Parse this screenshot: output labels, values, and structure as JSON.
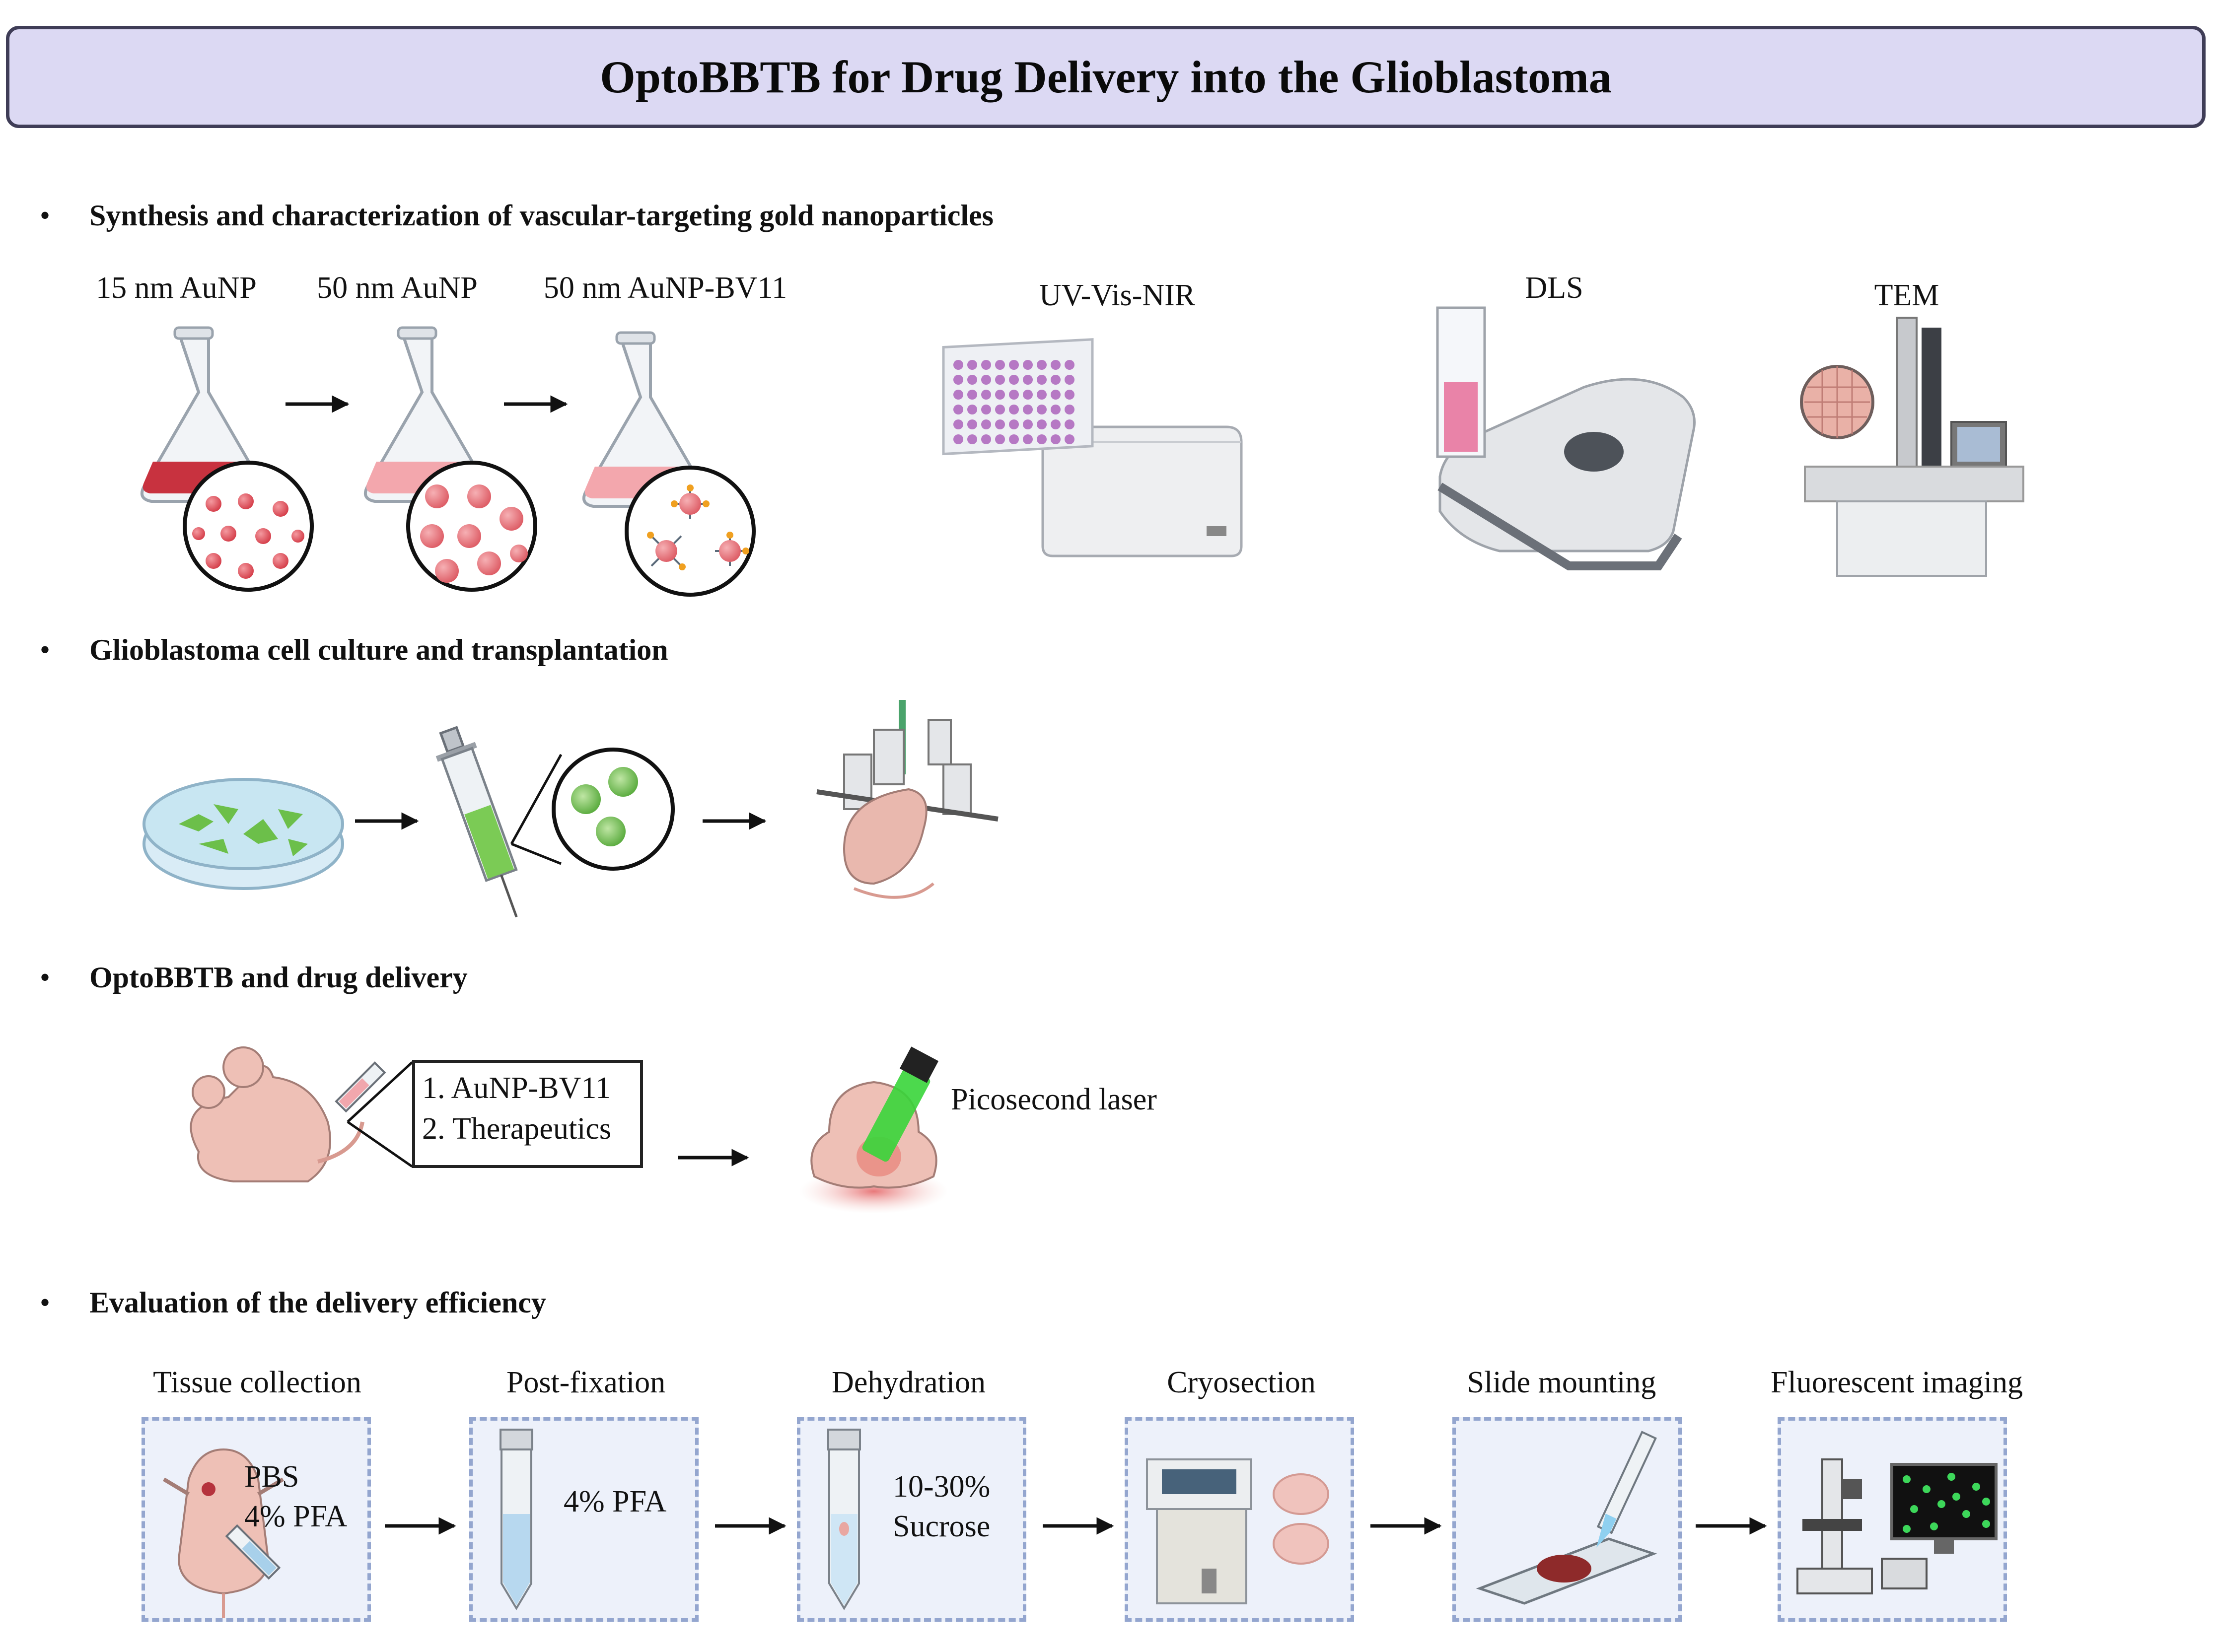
{
  "title": "OptoBBTB for Drug Delivery into the Glioblastoma",
  "bullet_glyph": "•",
  "sections": [
    {
      "heading": "Synthesis and characterization of vascular-targeting gold nanoparticles"
    },
    {
      "heading": "Glioblastoma cell culture and transplantation"
    },
    {
      "heading": "OptoBBTB and drug delivery"
    },
    {
      "heading": "Evaluation of the delivery efficiency"
    }
  ],
  "synthesis": {
    "flasks": [
      "15 nm AuNP",
      "50 nm AuNP",
      "50 nm AuNP-BV11"
    ],
    "instruments": [
      "UV-Vis-NIR",
      "DLS",
      "TEM"
    ]
  },
  "delivery": {
    "injection_items": [
      "1. AuNP-BV11",
      "2. Therapeutics"
    ],
    "laser_label": "Picosecond laser"
  },
  "evaluation": {
    "steps": [
      {
        "label": "Tissue collection",
        "notes": [
          "PBS",
          "4% PFA"
        ]
      },
      {
        "label": "Post-fixation",
        "notes": [
          "4% PFA"
        ]
      },
      {
        "label": "Dehydration",
        "notes": [
          "10-30%",
          "Sucrose"
        ]
      },
      {
        "label": "Cryosection",
        "notes": []
      },
      {
        "label": "Slide mounting",
        "notes": []
      },
      {
        "label": "Fluorescent imaging",
        "notes": []
      }
    ]
  },
  "colors": {
    "title_bg": "#dcd9f3",
    "title_border": "#3f3d57",
    "gold_np": "#e0505a",
    "cell_green": "#6cbf4a",
    "mouse_pink": "#e9b8ae",
    "laser_green": "#39d53a",
    "panel_bg": "#edf1fa",
    "panel_border": "#94a6cf"
  }
}
